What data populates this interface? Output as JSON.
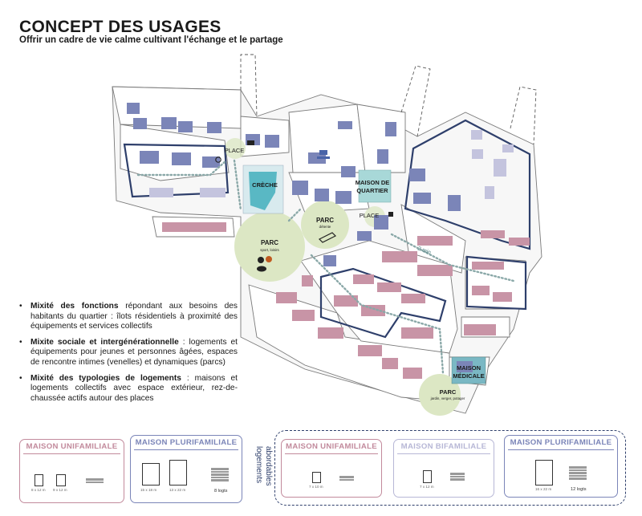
{
  "header": {
    "title": "CONCEPT DES USAGES",
    "subtitle": "Offrir un cadre de vie calme cultivant l'échange et le partage"
  },
  "map": {
    "labels": {
      "place_1": "PLACE",
      "place_2": "PLACE",
      "creche": "CRÈCHE",
      "maison_quartier_1": "MAISON DE",
      "maison_quartier_2": "QUARTIER",
      "parc_sport": "PARC",
      "parc_sport_sub": "sport, loisirs",
      "parc_detente": "PARC",
      "parc_detente_sub": "détente",
      "parc_jardin": "PARC",
      "parc_jardin_sub": "jardin, verger, potager",
      "maison_medicale_1": "MAISON",
      "maison_medicale_2": "MÉDICALE",
      "distance": "2 min"
    },
    "colors": {
      "building_blue": "#7b85b8",
      "building_pink": "#c894a6",
      "building_lavender": "#c4c4de",
      "park_green": "#dce7c4",
      "water_teal": "#59b8c4",
      "boundary_navy": "#2e3f6b",
      "path_dots": "#8aa8a8"
    }
  },
  "bullets": [
    {
      "bold": "Mixité des fonctions",
      "text": " répondant aux besoins des habitants du quartier : îlots résidentiels à proximité des équipements et services collectifs"
    },
    {
      "bold": "Mixite sociale et intergénérationnelle",
      "text": " : logements et équipements pour jeunes et personnes âgées, espaces de rencontre intimes (venelles) et dynamiques (parcs)"
    },
    {
      "bold": "Mixité des typologies de logements",
      "text": " : maisons et logements collectifs avec espace extérieur, rez-de-chaussée actifs autour des places"
    }
  ],
  "legend": {
    "left_unifamiliale": {
      "title": "MAISON UNIFAMILIALE",
      "dim1": "8 x 12 m",
      "dim2": "9 x 12 m",
      "color": "#c28a9c"
    },
    "left_plurifamiliale": {
      "title": "MAISON PLURIFAMILIALE",
      "dim1": "15 x 18 m",
      "dim2": "13 x 22 m",
      "logts": "8 logts",
      "color": "#7b85b8"
    },
    "group_label_1": "logements",
    "group_label_2": "abordables",
    "right_unifamiliale": {
      "title": "MAISON UNIFAMILIALE",
      "dim1": "7 x 10 m",
      "color": "#c28a9c"
    },
    "right_bifamiliale": {
      "title": "MAISON BIFAMILIALE",
      "dim1": "7 x 12 m",
      "color": "#b7b7d6"
    },
    "right_plurifamiliale": {
      "title": "MAISON PLURIFAMILIALE",
      "dim1": "16 x 22 m",
      "logts": "12 logts",
      "color": "#7b85b8"
    }
  }
}
